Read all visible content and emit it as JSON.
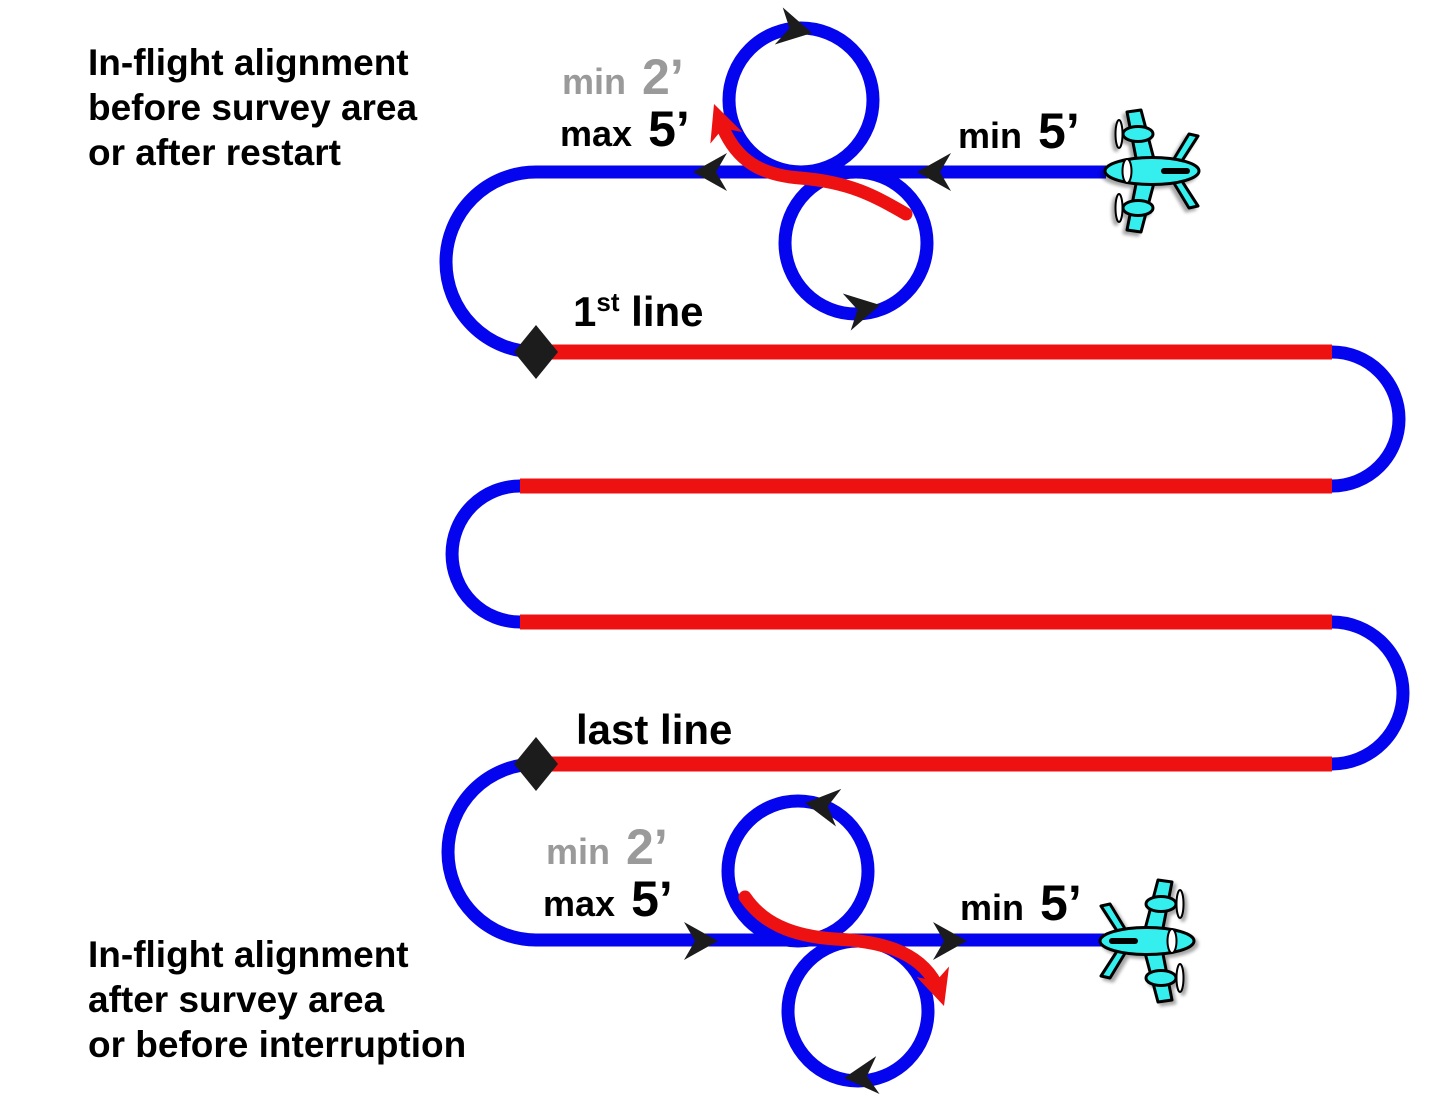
{
  "colors": {
    "path_blue": "#0404EE",
    "survey_red": "#EE1111",
    "plane_cyan": "#35EEEE",
    "label_gray": "#9A9A9A",
    "text_black": "#000000",
    "marker_black": "#1C1C1C"
  },
  "headings": {
    "top": "In-flight alignment\nbefore survey area\nor after restart",
    "bottom": "In-flight alignment\nafter survey area\nor before interruption"
  },
  "annotations": {
    "top": {
      "hold_min_label": "min",
      "hold_min_value": "2’",
      "hold_max_label": "max",
      "hold_max_value": "5’",
      "approach_label": "min",
      "approach_value": "5’"
    },
    "bottom": {
      "hold_min_label": "min",
      "hold_min_value": "2’",
      "hold_max_label": "max",
      "hold_max_value": "5’",
      "approach_label": "min",
      "approach_value": "5’"
    },
    "first_line": {
      "number": "1",
      "ordinal": "st",
      "text": " line"
    },
    "last_line": "last line"
  },
  "icons": {
    "airplane_top": "twin-engine-airplane-top-view-flying-left",
    "airplane_bottom": "twin-engine-airplane-top-view-flying-right",
    "turn_marker": "diamond-line-start-marker",
    "loop_arrows": "flight-direction-arrowheads"
  }
}
